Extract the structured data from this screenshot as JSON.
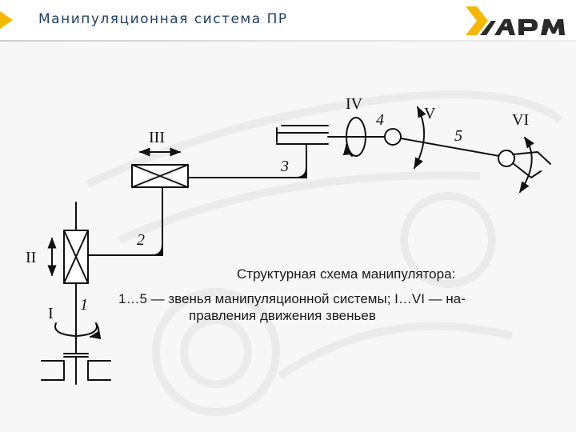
{
  "header": {
    "title": "Манипуляционная система ПР",
    "logo_text": "АРМ",
    "accent_color": "#f5b800",
    "title_color": "#1f3f66"
  },
  "diagram": {
    "directions": {
      "I": "I",
      "II": "II",
      "III": "III",
      "IV": "IV",
      "V": "V",
      "VI": "VI"
    },
    "links": {
      "l1": "1",
      "l2": "2",
      "l3": "3",
      "l4": "4",
      "l5": "5"
    },
    "caption": {
      "line1": "Структурная схема манипулятора:",
      "line2": "1…5 — звенья манипуляционной системы; I…VI — на-",
      "line3": "правления движения звеньев"
    }
  }
}
